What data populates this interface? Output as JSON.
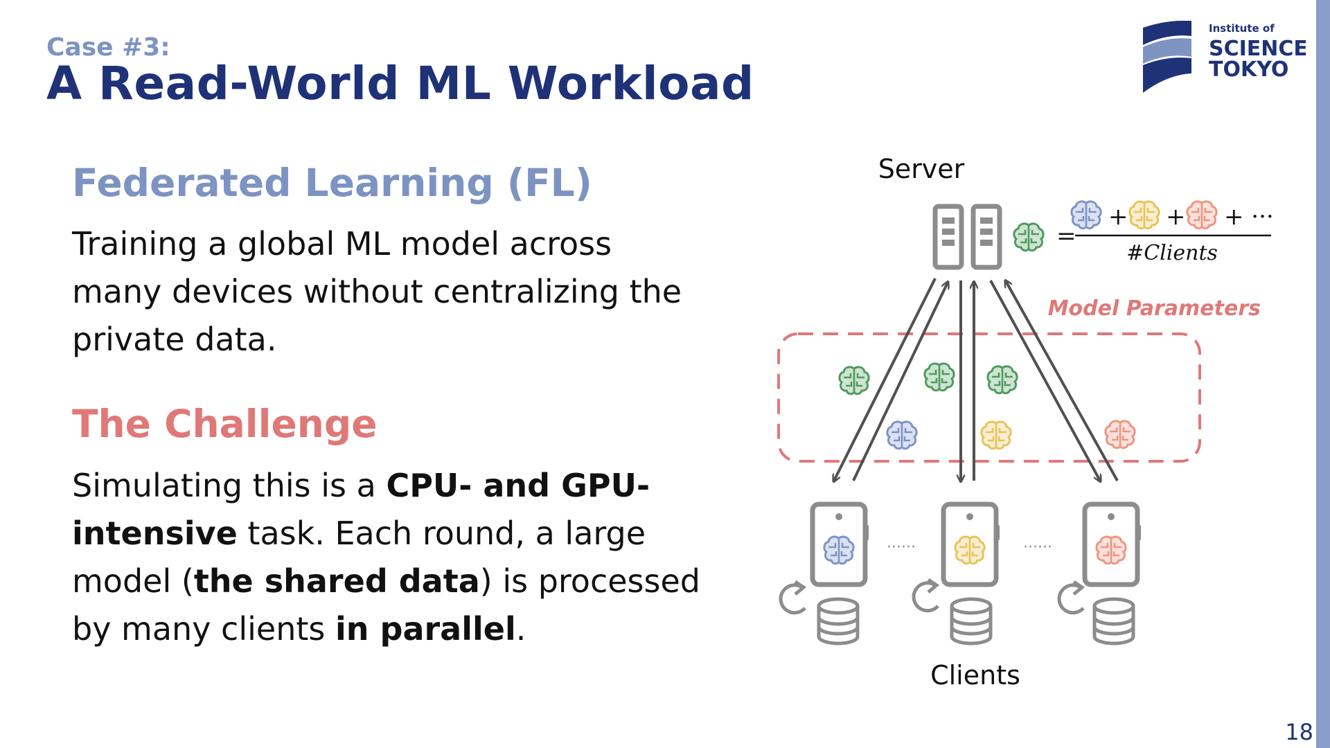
{
  "header": {
    "subtitle": "Case #3:",
    "title": "A Read-World ML Workload"
  },
  "logo": {
    "line1": "Institute of",
    "line2": "SCIENCE",
    "line3": "TOKYO"
  },
  "federated": {
    "heading": "Federated Learning (FL)",
    "body": "Training a global ML model across many devices without centralizing the private data."
  },
  "challenge": {
    "heading": "The Challenge",
    "seg1": "Simulating this is a ",
    "seg2": "CPU- and GPU-intensive",
    "seg3": " task. Each round, a large model (",
    "seg4": "the shared data",
    "seg5": ") is processed by many clients ",
    "seg6": "in parallel",
    "seg7": "."
  },
  "diagram": {
    "server_label": "Server",
    "clients_label": "Clients",
    "model_params_label": "Model Parameters",
    "formula_denominator": "#Clients",
    "plus": "+",
    "ellipsis": "+ ···",
    "equals": "=",
    "dots": "······",
    "colors": {
      "global": "#4e9a5e",
      "blue": "#7d93c8",
      "yellow": "#e8c35a",
      "red": "#ee9580",
      "device": "#8c8c8c",
      "dashed": "#e07878",
      "arrow": "#505050"
    },
    "icons": [
      "server-icon",
      "brain-icon",
      "phone-icon",
      "database-icon",
      "refresh-icon"
    ]
  },
  "page_number": "18"
}
